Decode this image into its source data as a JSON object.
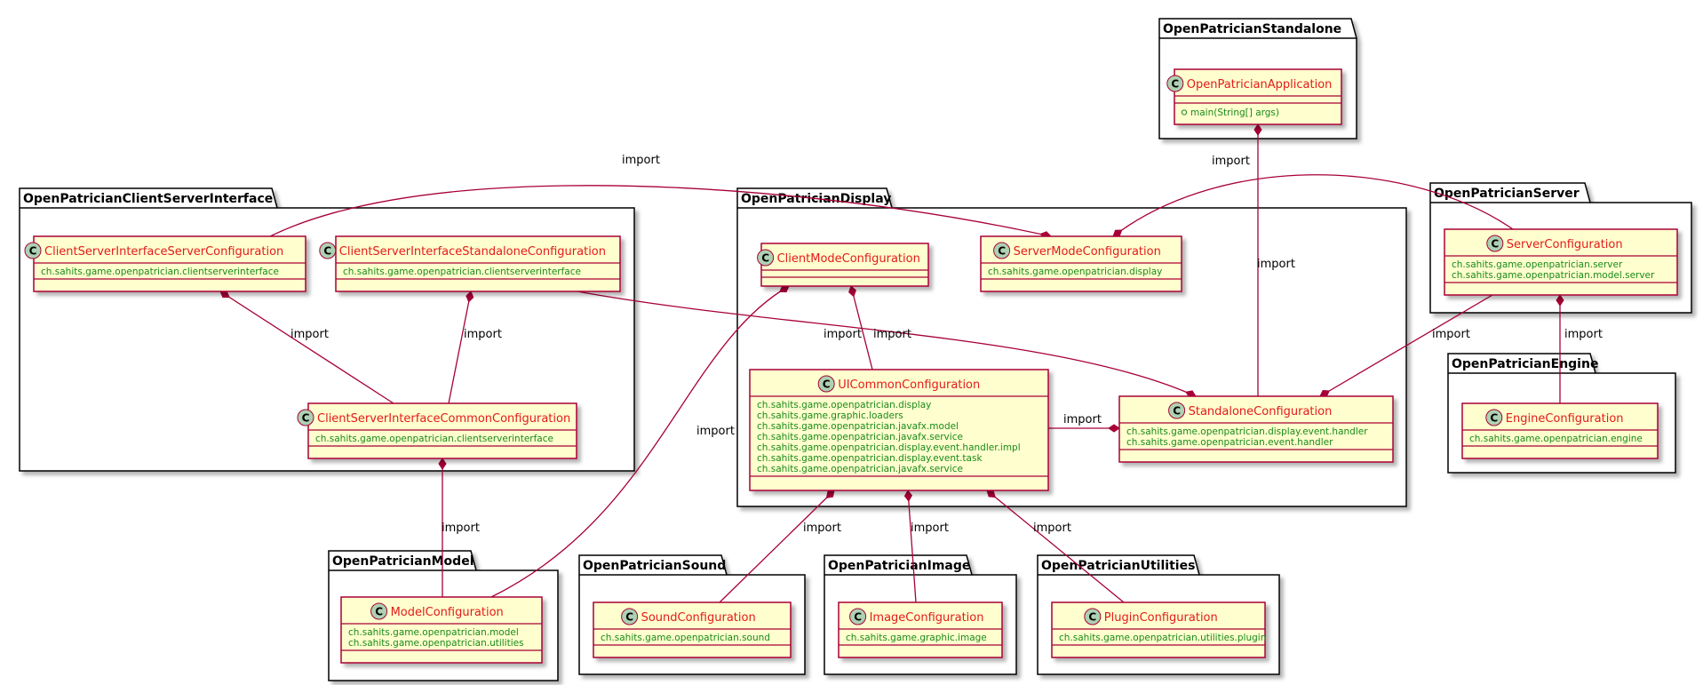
{
  "colors": {
    "class_fill": "#fefece",
    "class_border": "#a80036",
    "class_name": "#e41b1b",
    "attribute_text": "#1a8a1a",
    "edge": "#a80036",
    "c_circle": "#add1b2",
    "shadow": "#cfcfcf"
  },
  "packages": [
    {
      "id": "standalone",
      "title": "OpenPatricianStandalone"
    },
    {
      "id": "csi",
      "title": "OpenPatricianClientServerInterface"
    },
    {
      "id": "display",
      "title": "OpenPatricianDisplay"
    },
    {
      "id": "server",
      "title": "OpenPatricianServer"
    },
    {
      "id": "engine",
      "title": "OpenPatricianEngine"
    },
    {
      "id": "model",
      "title": "OpenPatricianModel"
    },
    {
      "id": "sound",
      "title": "OpenPatricianSound"
    },
    {
      "id": "image",
      "title": "OpenPatricianImage"
    },
    {
      "id": "utilities",
      "title": "OpenPatricianUtilities"
    }
  ],
  "classes": [
    {
      "id": "OpenPatricianApplication",
      "name": "OpenPatricianApplication",
      "icon": "class-c-icon",
      "methods": [
        "main(String[] args)"
      ],
      "attributes": []
    },
    {
      "id": "ClientServerInterfaceServerConfiguration",
      "name": "ClientServerInterfaceServerConfiguration",
      "icon": "class-c-icon",
      "attributes": [
        "ch.sahits.game.openpatrician.clientserverinterface"
      ]
    },
    {
      "id": "ClientServerInterfaceStandaloneConfiguration",
      "name": "ClientServerInterfaceStandaloneConfiguration",
      "icon": "class-c-icon",
      "attributes": [
        "ch.sahits.game.openpatrician.clientserverinterface"
      ]
    },
    {
      "id": "ClientServerInterfaceCommonConfiguration",
      "name": "ClientServerInterfaceCommonConfiguration",
      "icon": "class-c-icon",
      "attributes": [
        "ch.sahits.game.openpatrician.clientserverinterface"
      ]
    },
    {
      "id": "ClientModeConfiguration",
      "name": "ClientModeConfiguration",
      "icon": "class-c-icon",
      "attributes": []
    },
    {
      "id": "ServerModeConfiguration",
      "name": "ServerModeConfiguration",
      "icon": "class-c-icon",
      "attributes": [
        "ch.sahits.game.openpatrician.display"
      ]
    },
    {
      "id": "UICommonConfiguration",
      "name": "UICommonConfiguration",
      "icon": "class-c-icon",
      "attributes": [
        "ch.sahits.game.openpatrician.display",
        "ch.sahits.game.graphic.loaders",
        "ch.sahits.game.openpatrician.javafx.model",
        "ch.sahits.game.openpatrician.javafx.service",
        "ch.sahits.game.openpatrician.display.event.handler.impl",
        "ch.sahits.game.openpatrician.display.event.task",
        "ch.sahits.game.openpatrician.javafx.service"
      ]
    },
    {
      "id": "StandaloneConfiguration",
      "name": "StandaloneConfiguration",
      "icon": "class-c-icon",
      "attributes": [
        "ch.sahits.game.openpatrician.display.event.handler",
        "ch.sahits.game.openpatrician.event.handler"
      ]
    },
    {
      "id": "ServerConfiguration",
      "name": "ServerConfiguration",
      "icon": "class-c-icon",
      "attributes": [
        "ch.sahits.game.openpatrician.server",
        "ch.sahits.game.openpatrician.model.server"
      ]
    },
    {
      "id": "EngineConfiguration",
      "name": "EngineConfiguration",
      "icon": "class-c-icon",
      "attributes": [
        "ch.sahits.game.openpatrician.engine"
      ]
    },
    {
      "id": "ModelConfiguration",
      "name": "ModelConfiguration",
      "icon": "class-c-icon",
      "attributes": [
        "ch.sahits.game.openpatrician.model",
        "ch.sahits.game.openpatrician.utilities"
      ]
    },
    {
      "id": "SoundConfiguration",
      "name": "SoundConfiguration",
      "icon": "class-c-icon",
      "attributes": [
        "ch.sahits.game.openpatrician.sound"
      ]
    },
    {
      "id": "ImageConfiguration",
      "name": "ImageConfiguration",
      "icon": "class-c-icon",
      "attributes": [
        "ch.sahits.game.graphic.image"
      ]
    },
    {
      "id": "PluginConfiguration",
      "name": "PluginConfiguration",
      "icon": "class-c-icon",
      "attributes": [
        "ch.sahits.game.openpatrician.utilities.plugin"
      ]
    }
  ],
  "edges": [
    {
      "from": "ClientServerInterfaceServerConfiguration",
      "to": "ServerModeConfiguration",
      "label": "import",
      "end": "composition-diamond"
    },
    {
      "from": "ServerConfiguration",
      "to": "ServerModeConfiguration",
      "label": "import",
      "end": "composition-diamond"
    },
    {
      "from": "OpenPatricianApplication",
      "to": "StandaloneConfiguration",
      "label": "import",
      "end": "composition-diamond"
    },
    {
      "from": "ClientServerInterfaceServerConfiguration",
      "to": "ClientServerInterfaceCommonConfiguration",
      "label": "import",
      "end": "composition-diamond"
    },
    {
      "from": "ClientServerInterfaceStandaloneConfiguration",
      "to": "ClientServerInterfaceCommonConfiguration",
      "label": "import",
      "end": "composition-diamond"
    },
    {
      "from": "ClientServerInterfaceStandaloneConfiguration",
      "to": "StandaloneConfiguration",
      "label": "import",
      "end": "composition-diamond"
    },
    {
      "from": "ClientModeConfiguration",
      "to": "UICommonConfiguration",
      "label": "import",
      "end": "composition-diamond"
    },
    {
      "from": "ClientModeConfiguration",
      "to": "ModelConfiguration",
      "label": "import",
      "end": "composition-diamond"
    },
    {
      "from": "UICommonConfiguration",
      "to": "StandaloneConfiguration",
      "label": "import",
      "end": "composition-diamond"
    },
    {
      "from": "ServerConfiguration",
      "to": "StandaloneConfiguration",
      "label": "import",
      "end": "composition-diamond"
    },
    {
      "from": "ServerConfiguration",
      "to": "EngineConfiguration",
      "label": "import",
      "end": "composition-diamond"
    },
    {
      "from": "ClientServerInterfaceCommonConfiguration",
      "to": "ModelConfiguration",
      "label": "import",
      "end": "composition-diamond"
    },
    {
      "from": "UICommonConfiguration",
      "to": "SoundConfiguration",
      "label": "import",
      "end": "composition-diamond"
    },
    {
      "from": "UICommonConfiguration",
      "to": "ImageConfiguration",
      "label": "import",
      "end": "composition-diamond"
    },
    {
      "from": "UICommonConfiguration",
      "to": "PluginConfiguration",
      "label": "import",
      "end": "composition-diamond"
    }
  ],
  "visibility_marker": "public-method-dot"
}
